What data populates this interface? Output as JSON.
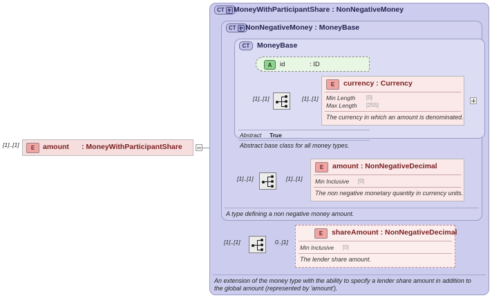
{
  "diagram": {
    "kind": "xsd-schema-diagram",
    "root_element": {
      "badge": "E",
      "name": "amount",
      "type": ": MoneyWithParticipantShare",
      "cardinality": "[1]..[1]",
      "toggle": "minus-toggle"
    },
    "outer_type": {
      "badge": "CT",
      "title": "MoneyWithParticipantShare : NonNegativeMoney",
      "documentation_line1": "An extension of the money type with the ability to specify a lender share amount in addition to",
      "documentation_line2": "the global amount (represented by 'amount')."
    },
    "middle_type": {
      "badge": "CT",
      "title": "NonNegativeMoney : MoneyBase",
      "documentation": "A type defining a non negative money amount."
    },
    "inner_type": {
      "badge": "CT",
      "title": "MoneyBase",
      "abstract_label": "Abstract",
      "abstract_value": "True",
      "documentation": "Abstract base class for all money types."
    },
    "attribute_id": {
      "badge": "A",
      "name": "id",
      "type": ": ID"
    },
    "sequences": [
      {
        "name": "sequence-moneybase",
        "left_cardinality": "[1]..[1]",
        "right_cardinality": "[1]..[1]"
      },
      {
        "name": "sequence-nonnegativemoney",
        "left_cardinality": "[1]..[1]",
        "right_cardinality": "[1]..[1]"
      },
      {
        "name": "sequence-participantshare",
        "left_cardinality": "[1]..[1]",
        "right_cardinality": "0..[1]"
      }
    ],
    "elements": [
      {
        "badge": "E",
        "title": "currency : Currency",
        "facets": [
          {
            "label": "Min Length",
            "value": "[0]"
          },
          {
            "label": "Max Length",
            "value": "[255]"
          }
        ],
        "documentation": "The currency in which an amount is denominated.",
        "toggle": "plus-toggle"
      },
      {
        "badge": "E",
        "title": "amount : NonNegativeDecimal",
        "facets": [
          {
            "label": "Min Inclusive",
            "value": "[0]"
          }
        ],
        "documentation": "The non negative monetary quantity in currency units."
      },
      {
        "badge": "E",
        "title": "shareAmount : NonNegativeDecimal",
        "facets": [
          {
            "label": "Min Inclusive",
            "value": "[0]"
          }
        ],
        "documentation": "The lender share amount.",
        "optional": true
      }
    ],
    "colors": {
      "container_outer": "#ccccee",
      "container_mid": "#d2d2f0",
      "container_inner": "#dcdcf5",
      "element_fill": "#fbe8e8",
      "attribute_fill": "#e8f6e4",
      "connector": "#8e8e9e"
    }
  }
}
